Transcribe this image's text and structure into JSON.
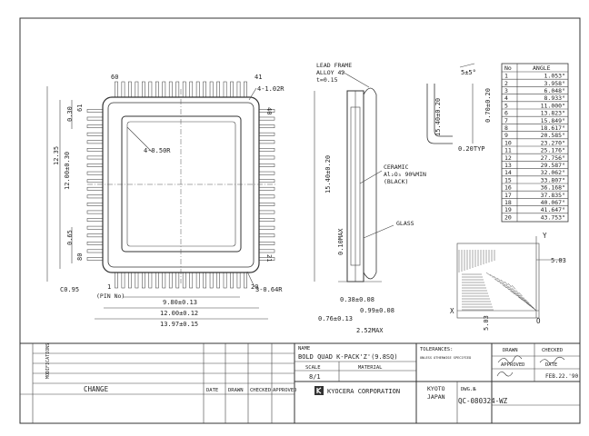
{
  "pins": {
    "p60": "60",
    "p41": "41",
    "p61": "61",
    "p40": "40",
    "p80": "80",
    "p21": "21",
    "p1": "1",
    "p20": "20",
    "pin_no": "(PIN No)"
  },
  "dims": {
    "chamfer_corner": "4-1.02R",
    "inner_radius": "4-0.50R",
    "lead_corner": "3-0.64R",
    "c095": "C0.95",
    "v030": "0.30",
    "v1235": "12.35",
    "v1200_030": "12.00±0.30",
    "v065": "0.65",
    "v98": "9.80±0.13",
    "v1200_012": "12.00±0.12",
    "v1397": "13.97±0.15",
    "side_1540": "15.40±0.20",
    "side_1540b": "15.40±0.20",
    "v010max": "0.10MAX",
    "v038": "0.38±0.08",
    "v099": "0.99±0.08",
    "v076": "0.76±0.13",
    "v252": "2.52MAX",
    "v070": "0.70±0.20",
    "v020typ": "0.20TYP",
    "angle5": "5±5°",
    "v503": "5.03",
    "v503b": "5.03"
  },
  "notes": {
    "lead_frame": "LEAD FRAME",
    "alloy": "ALLOY 42",
    "thickness": "t=0.15",
    "ceramic": "CERAMIC",
    "alumina": "Al₂O₃ 90%MIN",
    "black": "(BLACK)",
    "glass": "GLASS",
    "axis_x": "X",
    "axis_y": "Y",
    "axis_o": "O"
  },
  "angle_table": {
    "headers": [
      "No",
      "ANGLE"
    ],
    "rows": [
      [
        "1",
        "1.053°"
      ],
      [
        "2",
        "3.958°"
      ],
      [
        "3",
        "6.048°"
      ],
      [
        "4",
        "8.933°"
      ],
      [
        "5",
        "11.000°"
      ],
      [
        "6",
        "13.823°"
      ],
      [
        "7",
        "15.849°"
      ],
      [
        "8",
        "18.617°"
      ],
      [
        "9",
        "20.585°"
      ],
      [
        "10",
        "23.270°"
      ],
      [
        "11",
        "25.176°"
      ],
      [
        "12",
        "27.756°"
      ],
      [
        "13",
        "29.587°"
      ],
      [
        "14",
        "32.062°"
      ],
      [
        "15",
        "33.807°"
      ],
      [
        "16",
        "36.168°"
      ],
      [
        "17",
        "37.835°"
      ],
      [
        "18",
        "40.067°"
      ],
      [
        "19",
        "41.647°"
      ],
      [
        "20",
        "43.753°"
      ]
    ]
  },
  "title_block": {
    "modifications": "MODIFICATIONS",
    "change": "CHANGE",
    "date": "DATE",
    "drawn": "DRAWN",
    "checked": "CHECKED",
    "approved": "APPROVED",
    "name_label": "NAME",
    "name_value": "BOLD QUAD K-PACK'Z'(9.8SQ)",
    "scale_label": "SCALE",
    "scale_value": "8/1",
    "material_label": "MATERIAL",
    "tolerances_label": "TOLERANCES:",
    "tolerances_note": "UNLESS OTHERWISE SPECIFIED",
    "company": "KYOCERA CORPORATION",
    "city": "KYOTO",
    "country": "JAPAN",
    "dwg_label": "DWG.№",
    "dwg_number": "QC-080324-WZ",
    "drawn_r": "DRAWN",
    "checked_r": "CHECKED",
    "approved_r": "APPROVED",
    "date_r": "DATE",
    "date_value": "FEB.22.'90"
  },
  "colors": {
    "ink": "#333333",
    "paper": "#ffffff"
  }
}
